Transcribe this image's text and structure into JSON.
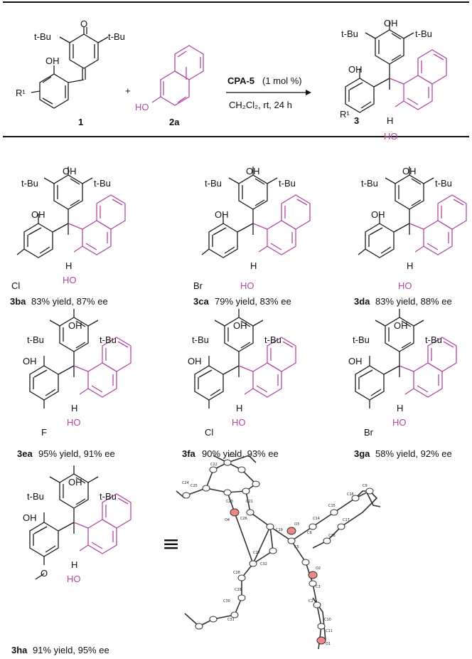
{
  "scheme": {
    "substituent_labels": {
      "tbu": "t-Bu",
      "oh": "OH",
      "o": "O",
      "ho": "HO",
      "h": "H",
      "r1": "R¹"
    },
    "reactant_1": "1",
    "reactant_2": "2a",
    "plus": "+",
    "catalyst": "CPA-5",
    "catalyst_loading": "(1 mol %)",
    "conditions": "CH₂Cl₂, rt, 24 h",
    "product": "3"
  },
  "products": [
    {
      "id": "3ba",
      "substituent": "Cl",
      "yield_text": "83% yield, 87% ee"
    },
    {
      "id": "3ca",
      "substituent": "Br",
      "yield_text": "79% yield, 83% ee"
    },
    {
      "id": "3da",
      "substituent": "",
      "yield_text": "83% yield, 88% ee"
    },
    {
      "id": "3ea",
      "substituent": "F",
      "yield_text": "95% yield, 91% ee"
    },
    {
      "id": "3fa",
      "substituent": "Cl",
      "yield_text": "90% yield, 93% ee"
    },
    {
      "id": "3ga",
      "substituent": "Br",
      "yield_text": "58% yield, 92% ee"
    },
    {
      "id": "3ha",
      "substituent": "O",
      "yield_text": "91% yield, 95% ee"
    }
  ],
  "equivalence_symbol": "≡",
  "crystal_atom_labels": [
    "C24",
    "C25",
    "C23",
    "C22",
    "C21",
    "C20",
    "O4",
    "C26",
    "C19",
    "O3",
    "C5",
    "C6",
    "C14",
    "C15",
    "C16",
    "C9",
    "C17",
    "C18",
    "C27",
    "C28",
    "C29",
    "C32",
    "C30",
    "C31",
    "O2",
    "C3",
    "C2",
    "C10",
    "C11",
    "O1"
  ],
  "colors": {
    "magenta": "#b0489e",
    "oxygen_atom": "#e88"
  }
}
